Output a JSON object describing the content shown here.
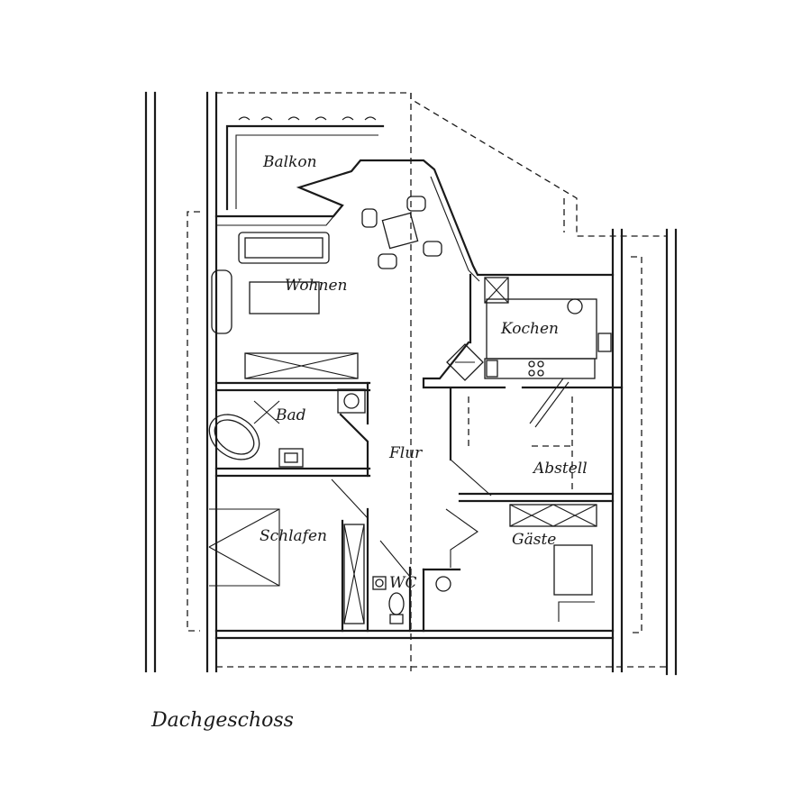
{
  "rooms": {
    "balkon": "Balkon",
    "wohnen": "Wohnen",
    "kochen": "Kochen",
    "bad": "Bad",
    "flur": "Flur",
    "abstell": "Abstell",
    "schlafen": "Schlafen",
    "gaeste": "Gäste",
    "wc": "WC"
  },
  "caption": "Dachgeschoss"
}
